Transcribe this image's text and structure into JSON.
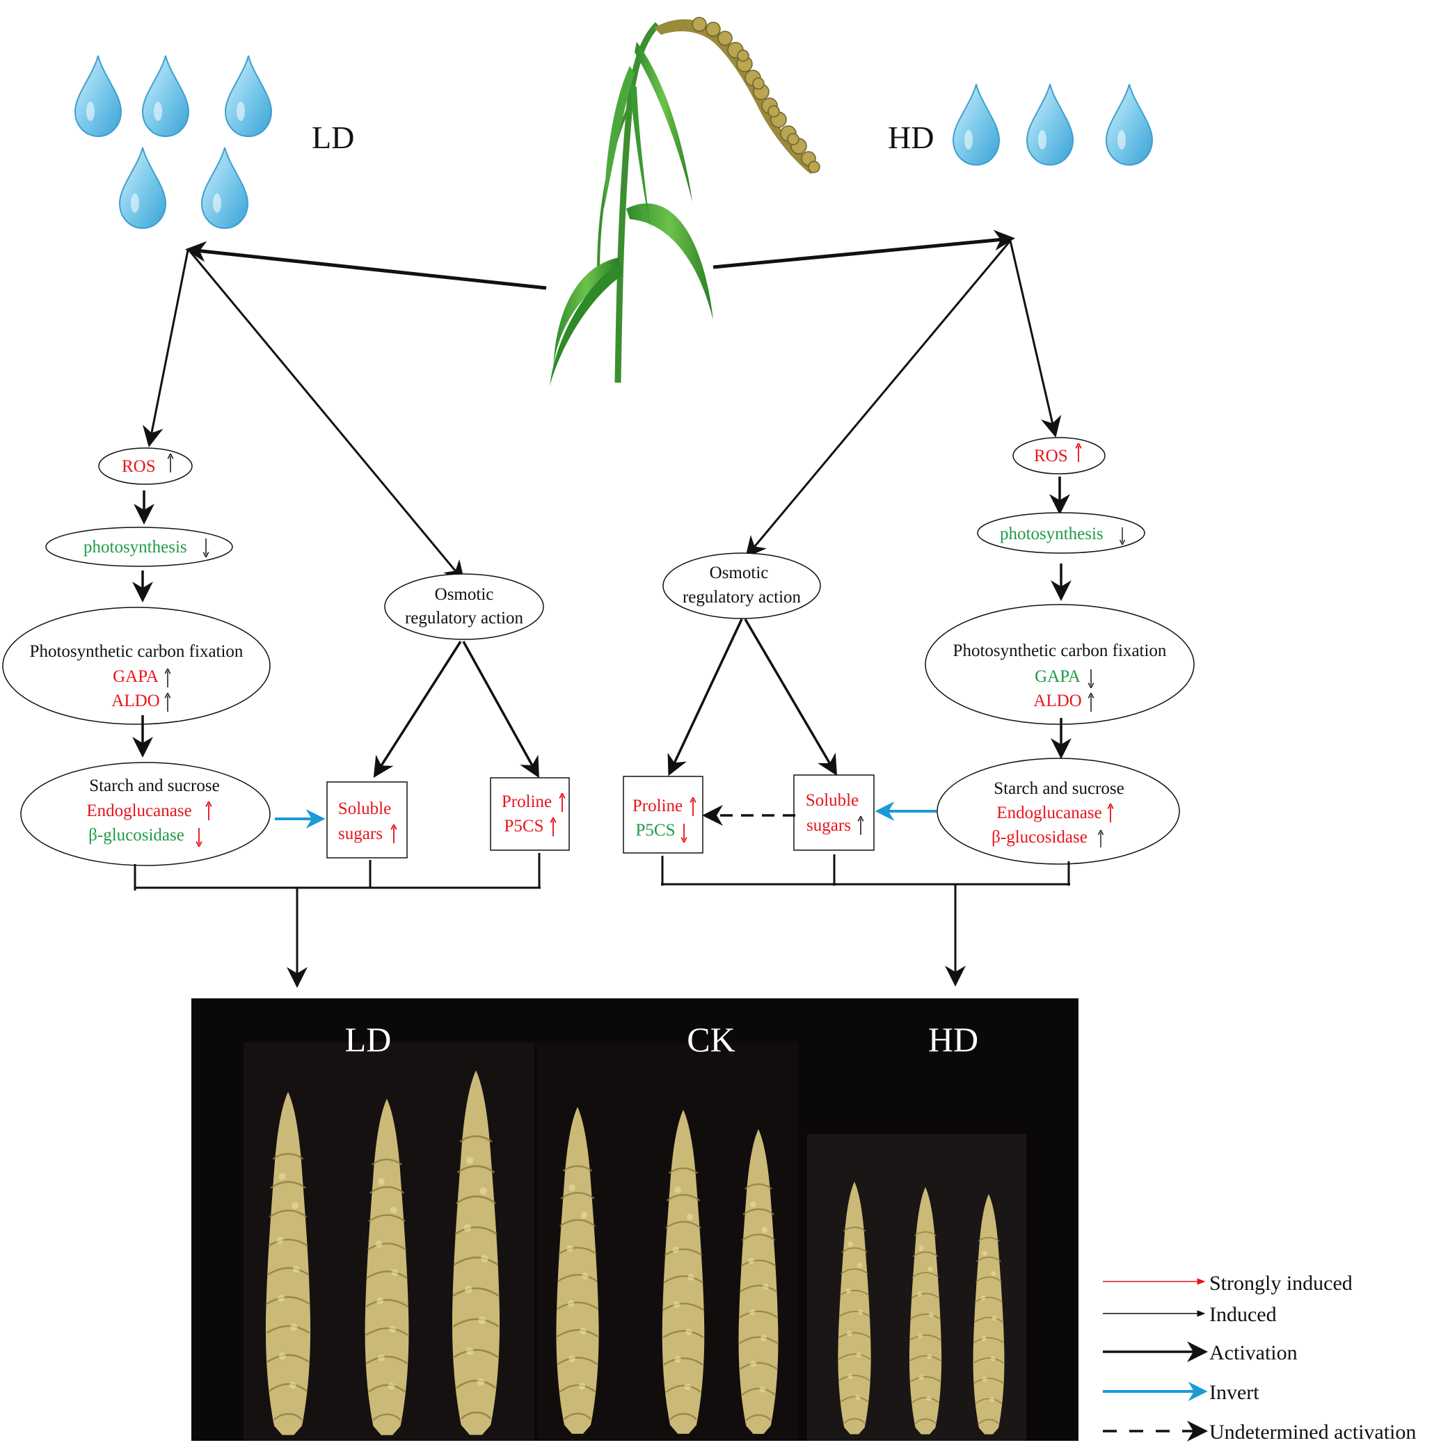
{
  "top": {
    "left_label": "LD",
    "right_label": "HD"
  },
  "left": {
    "ros": "ROS",
    "photosynthesis": "photosynthesis",
    "carbon": {
      "title": "Photosynthetic carbon fixation",
      "gene1": "GAPA",
      "gene2": "ALDO"
    },
    "starch": {
      "title": "Starch and sucrose",
      "gene1": "Endoglucanase",
      "gene2": "β-glucosidase"
    },
    "osmotic": {
      "line1": "Osmotic",
      "line2": "regulatory action"
    },
    "soluble": {
      "line1": "Soluble",
      "line2": "sugars"
    },
    "proline": {
      "line1": "Proline",
      "line2": "P5CS"
    }
  },
  "right": {
    "ros": "ROS",
    "photosynthesis": "photosynthesis",
    "carbon": {
      "title": "Photosynthetic carbon fixation",
      "gene1": "GAPA",
      "gene2": "ALDO"
    },
    "starch": {
      "title": "Starch and sucrose",
      "gene1": "Endoglucanase",
      "gene2": "β-glucosidase"
    },
    "osmotic": {
      "line1": "Osmotic",
      "line2": "regulatory action"
    },
    "soluble": {
      "line1": "Soluble",
      "line2": "sugars"
    },
    "proline": {
      "line1": "Proline",
      "line2": "P5CS"
    }
  },
  "photo": {
    "labels": [
      "LD",
      "CK",
      "HD"
    ]
  },
  "legend": [
    {
      "label": "Strongly induced"
    },
    {
      "label": "Induced"
    },
    {
      "label": "Activation"
    },
    {
      "label": "Invert"
    },
    {
      "label": "Undetermined activation"
    }
  ],
  "colors": {
    "up_regulated": "#e8141c",
    "down_regulated": "#1f9a48",
    "invert": "#1c9ad6",
    "water_drop": "#4fb6e3",
    "photo_background": "#0b0808",
    "panicle": "#c9b672"
  }
}
